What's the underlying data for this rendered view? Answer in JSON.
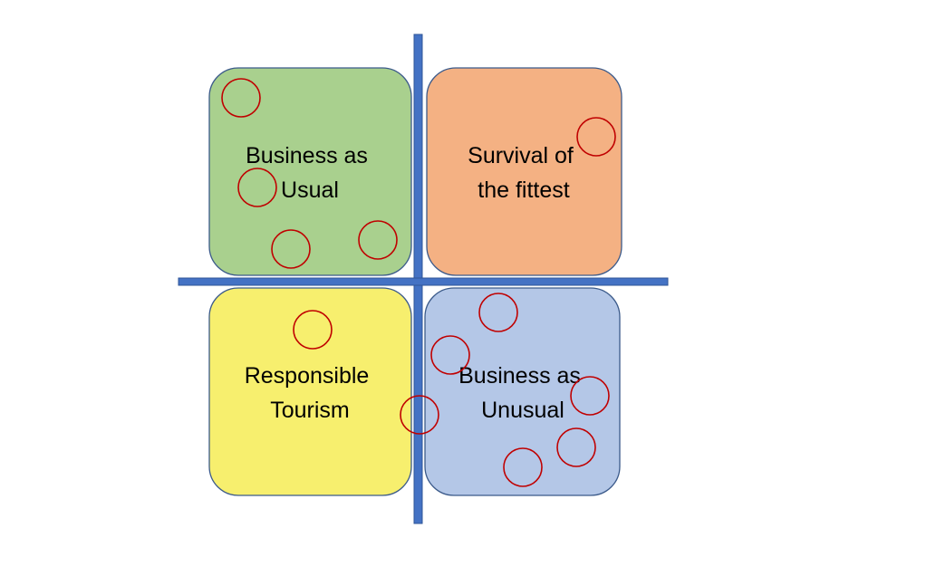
{
  "colors": {
    "axis": "#4472C4",
    "axis_stroke": "#2F5597",
    "box_stroke": "#3B5A8A",
    "circle_stroke": "#C00000",
    "business_as_usual": "#A9D08E",
    "survival_of_the_fittest": "#F4B183",
    "responsible_tourism": "#F7EF6E",
    "business_as_unusual": "#B4C7E7"
  },
  "quadrants": {
    "top_left": {
      "line1": "Business as",
      "line2": "Usual"
    },
    "top_right": {
      "line1": "Survival of",
      "line2": "the fittest"
    },
    "bottom_left": {
      "line1": "Responsible",
      "line2": "Tourism"
    },
    "bottom_right": {
      "line1": "Business as",
      "line2": "Unusual"
    }
  },
  "markers": {
    "top_left_count": 4,
    "top_right_count": 1,
    "bottom_left_count": 2,
    "bottom_right_count": 5
  }
}
